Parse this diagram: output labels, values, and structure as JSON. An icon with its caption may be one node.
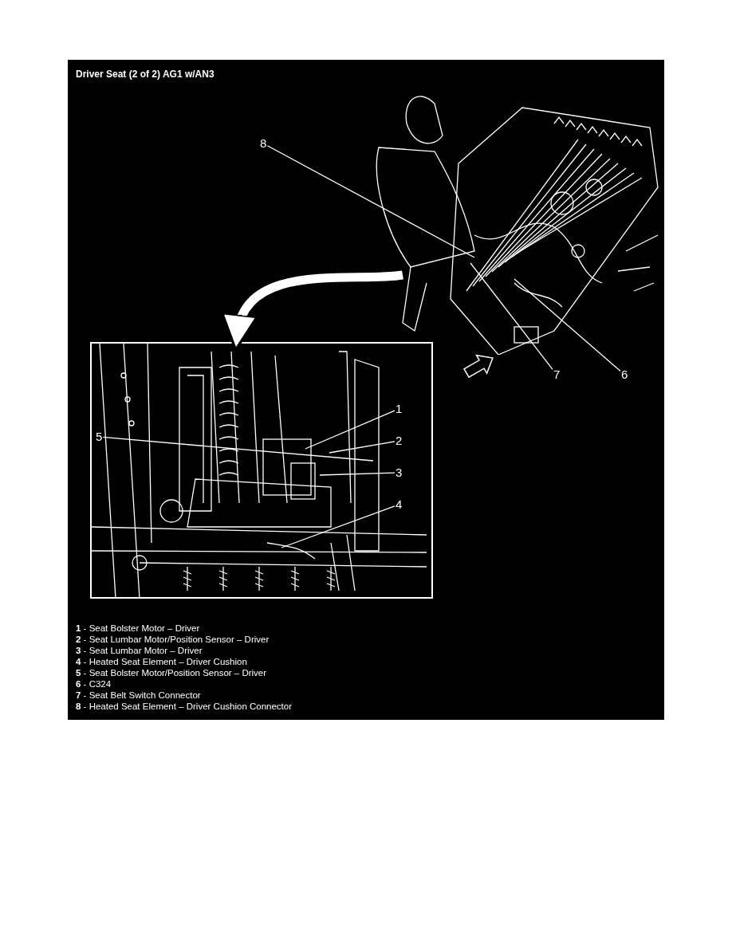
{
  "diagram": {
    "title": "Driver Seat (2 of 2) AG1 w/AN3",
    "nodes": [
      {
        "text": [],
        "shape": "picture"
      },
      {
        "text": [
          "8"
        ]
      },
      {
        "text": [
          "7"
        ]
      },
      {
        "text": [
          "6"
        ]
      },
      {
        "text": [],
        "shape": "picture"
      },
      {
        "text": [
          "1"
        ],
        "in": 4
      },
      {
        "text": [
          "5"
        ],
        "in": 4
      },
      {
        "text": [
          "2"
        ],
        "in": 4
      },
      {
        "text": [
          "3"
        ],
        "in": 4
      },
      {
        "text": [
          "4"
        ],
        "in": 4
      }
    ],
    "edges": [
      {
        "from": 0,
        "to": 4,
        "arrow": "to",
        "style": "thick"
      },
      {
        "from": 1,
        "to": 0,
        "arrow": "none"
      },
      {
        "from": 2,
        "to": 0,
        "arrow": "none"
      },
      {
        "from": 3,
        "to": 0,
        "arrow": "none"
      },
      {
        "from": 5,
        "to": 4,
        "arrow": "none"
      },
      {
        "from": 6,
        "to": 4,
        "arrow": "none"
      },
      {
        "from": 7,
        "to": 4,
        "arrow": "none"
      },
      {
        "from": 8,
        "to": 4,
        "arrow": "none"
      },
      {
        "from": 9,
        "to": 4,
        "arrow": "none"
      }
    ],
    "labels": [
      "**1** - Seat Bolster Motor – Driver",
      "**2** - Seat Lumbar Motor/Position Sensor – Driver",
      "**3** - Seat Lumbar Motor – Driver",
      "**4** - Heated Seat Element – Driver Cushion",
      "**5** - Seat Bolster Motor/Position Sensor – Driver",
      "**6** - C324",
      "**7** - Seat Belt Switch Connector",
      "**8** - Heated Seat Element – Driver Cushion Connector"
    ]
  }
}
